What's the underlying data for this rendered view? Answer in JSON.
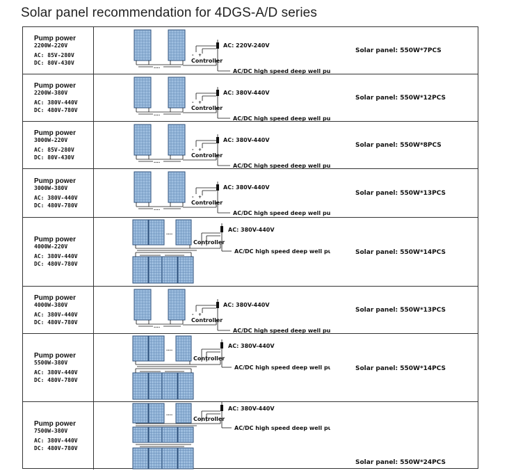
{
  "title": "Solar panel recommendation for 4DGS-A/D series",
  "controller_label": "Controller",
  "pump_label": "AC/DC high speed deep well pump",
  "dots_label": "....",
  "rows": [
    {
      "pump_title": "Pump power",
      "power": "2200W-220V",
      "ac_range": "AC: 85V-280V",
      "dc_range": "DC: 80V-430V",
      "ac_out": "AC: 220V-240V",
      "panel": "Solar panel: 550W*7PCS"
    },
    {
      "pump_title": "Pump power",
      "power": "2200W-380V",
      "ac_range": "AC: 380V-440V",
      "dc_range": "DC: 480V-780V",
      "ac_out": "AC: 380V-440V",
      "panel": "Solar panel: 550W*12PCS"
    },
    {
      "pump_title": "Pump power",
      "power": "3000W-220V",
      "ac_range": "AC: 85V-280V",
      "dc_range": "DC: 80V-430V",
      "ac_out": "AC: 380V-440V",
      "panel": "Solar panel: 550W*8PCS"
    },
    {
      "pump_title": "Pump power",
      "power": "3000W-380V",
      "ac_range": "AC: 380V-440V",
      "dc_range": "DC: 480V-780V",
      "ac_out": "AC: 380V-440V",
      "panel": "Solar panel: 550W*13PCS"
    },
    {
      "pump_title": "Pump power",
      "power": "4000W-220V",
      "ac_range": "AC: 380V-440V",
      "dc_range": "DC: 480V-780V",
      "ac_out": "AC: 380V-440V",
      "panel": "Solar panel: 550W*14PCS"
    },
    {
      "pump_title": "Pump power",
      "power": "4000W-380V",
      "ac_range": "AC: 380V-440V",
      "dc_range": "DC: 480V-780V",
      "ac_out": "AC: 380V-440V",
      "panel": "Solar panel: 550W*13PCS"
    },
    {
      "pump_title": "Pump power",
      "power": "5500W-380V",
      "ac_range": "AC: 380V-440V",
      "dc_range": "DC: 480V-780V",
      "ac_out": "AC: 380V-440V",
      "panel": "Solar panel: 550W*14PCS"
    },
    {
      "pump_title": "Pump power",
      "power": "7500W-380V",
      "ac_range": "AC: 380V-440V",
      "dc_range": "DC: 480V-780V",
      "ac_out": "AC: 380V-440V",
      "panel": "Solar panel: 550W*24PCS"
    }
  ]
}
